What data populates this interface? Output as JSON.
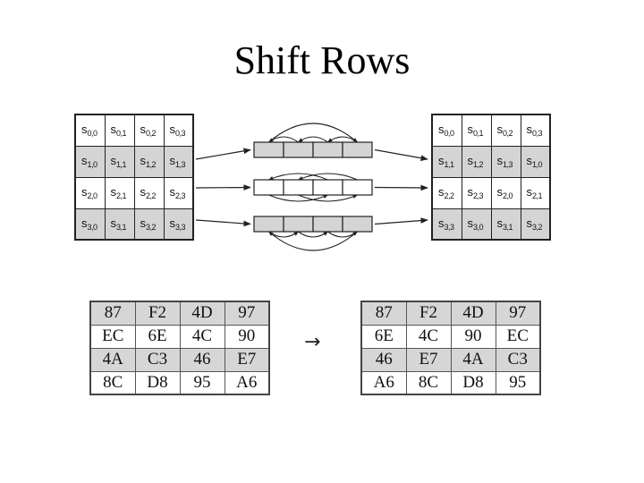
{
  "title": "Shift Rows",
  "state_left": [
    [
      {
        "b": "s",
        "s": "0,0"
      },
      {
        "b": "s",
        "s": "0,1"
      },
      {
        "b": "s",
        "s": "0,2"
      },
      {
        "b": "s",
        "s": "0,3"
      }
    ],
    [
      {
        "b": "s",
        "s": "1,0"
      },
      {
        "b": "s",
        "s": "1,1"
      },
      {
        "b": "s",
        "s": "1,2"
      },
      {
        "b": "s",
        "s": "1,3"
      }
    ],
    [
      {
        "b": "s",
        "s": "2,0"
      },
      {
        "b": "s",
        "s": "2,1"
      },
      {
        "b": "s",
        "s": "2,2"
      },
      {
        "b": "s",
        "s": "2,3"
      }
    ],
    [
      {
        "b": "s",
        "s": "3,0"
      },
      {
        "b": "s",
        "s": "3,1"
      },
      {
        "b": "s",
        "s": "3,2"
      },
      {
        "b": "s",
        "s": "3,3"
      }
    ]
  ],
  "state_right": [
    [
      {
        "b": "s",
        "s": "0,0"
      },
      {
        "b": "s",
        "s": "0,1"
      },
      {
        "b": "s",
        "s": "0,2"
      },
      {
        "b": "s",
        "s": "0,3"
      }
    ],
    [
      {
        "b": "s",
        "s": "1,1"
      },
      {
        "b": "s",
        "s": "1,2"
      },
      {
        "b": "s",
        "s": "1,3"
      },
      {
        "b": "s",
        "s": "1,0"
      }
    ],
    [
      {
        "b": "s",
        "s": "2,2"
      },
      {
        "b": "s",
        "s": "2,3"
      },
      {
        "b": "s",
        "s": "2,0"
      },
      {
        "b": "s",
        "s": "2,1"
      }
    ],
    [
      {
        "b": "s",
        "s": "3,3"
      },
      {
        "b": "s",
        "s": "3,0"
      },
      {
        "b": "s",
        "s": "3,1"
      },
      {
        "b": "s",
        "s": "3,2"
      }
    ]
  ],
  "hex_left": [
    [
      "87",
      "F2",
      "4D",
      "97"
    ],
    [
      "EC",
      "6E",
      "4C",
      "90"
    ],
    [
      "4A",
      "C3",
      "46",
      "E7"
    ],
    [
      "8C",
      "D8",
      "95",
      "A6"
    ]
  ],
  "hex_right": [
    [
      "87",
      "F2",
      "4D",
      "97"
    ],
    [
      "6E",
      "4C",
      "90",
      "EC"
    ],
    [
      "46",
      "E7",
      "4A",
      "C3"
    ],
    [
      "A6",
      "8C",
      "D8",
      "95"
    ]
  ],
  "hex_arrow": "→",
  "colors": {
    "shade": "#d4d4d4",
    "line": "#222222"
  }
}
